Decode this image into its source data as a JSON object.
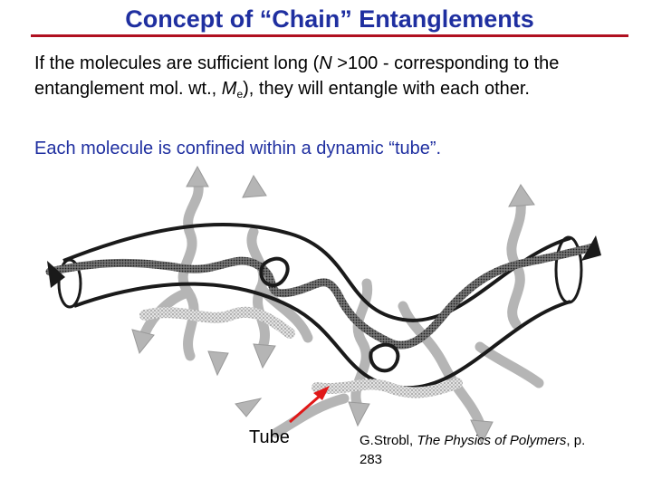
{
  "title": "Concept of “Chain” Entanglements",
  "paragraph1": {
    "t1": "If the molecules are sufficient long (",
    "n": "N",
    "t2": " >100 - corresponding to the entanglement mol. wt., ",
    "m": "M",
    "m_sub": "e",
    "t3": "), they will entangle with each other."
  },
  "paragraph2": "Each molecule is confined within a dynamic “tube”.",
  "figure": {
    "tube_label": "Tube",
    "citation": {
      "author": "G.Strobl, ",
      "book": "The Physics of Polymers",
      "page": ", p. 283"
    }
  },
  "colors": {
    "title": "#1f2fa0",
    "rule": "#b01020",
    "pointer_arrow": "#e01818",
    "chain": "#1a1a1a",
    "constraint_chains": "#b5b5b5"
  }
}
